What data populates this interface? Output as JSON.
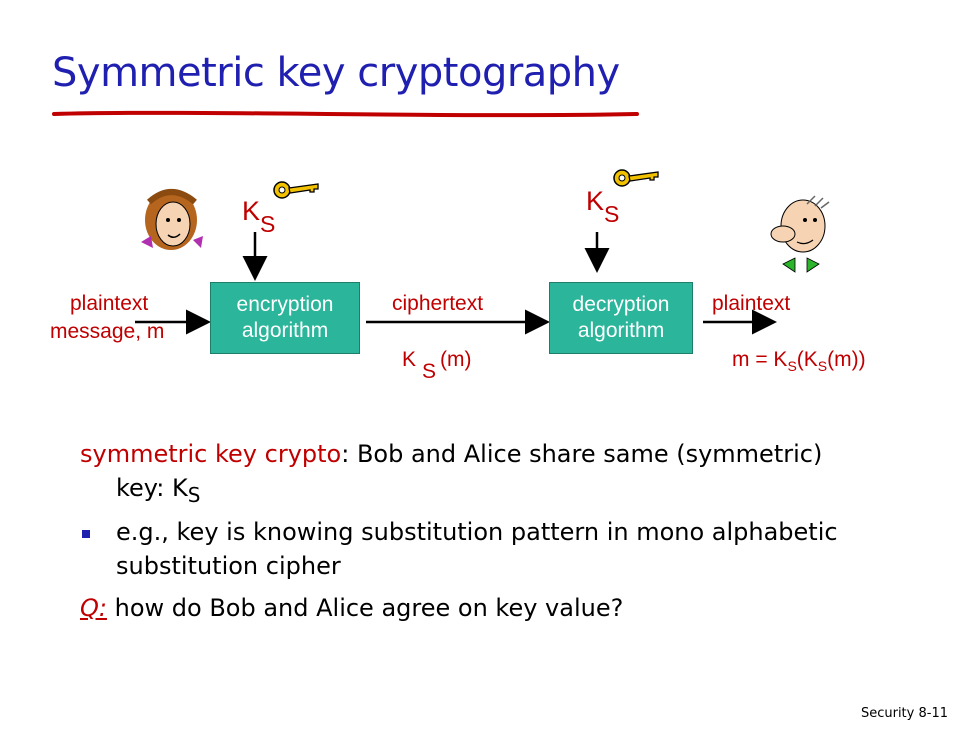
{
  "title": "Symmetric key cryptography",
  "diagram": {
    "key_letter": "K",
    "key_sub": "S",
    "plaintext_in_1": "plaintext",
    "plaintext_in_2": "message, m",
    "encryption_1": "encryption",
    "encryption_2": "algorithm",
    "ciphertext": "ciphertext",
    "cipher_expr_k": "K",
    "cipher_expr_s": "S",
    "cipher_expr_m": "(m)",
    "decryption_1": "decryption",
    "decryption_2": "algorithm",
    "plaintext_out": "plaintext",
    "result_prefix": "m = K",
    "result_s1": "S",
    "result_mid": "(K",
    "result_s2": "S",
    "result_suffix": "(m))"
  },
  "body": {
    "line1_red": "symmetric key crypto",
    "line1_rest": ": Bob and Alice share same (symmetric)",
    "line2": "key: K",
    "line2_sub": "S",
    "bullet": "e.g., key is knowing substitution pattern in mono alphabetic",
    "bullet_cont": "substitution cipher",
    "q_label": "Q:",
    "q_text": " how do Bob and Alice agree on key value?"
  },
  "footer": "Security  8-11",
  "colors": {
    "title": "#1f1fb0",
    "accent": "#c00000",
    "box": "#2bb59a"
  }
}
